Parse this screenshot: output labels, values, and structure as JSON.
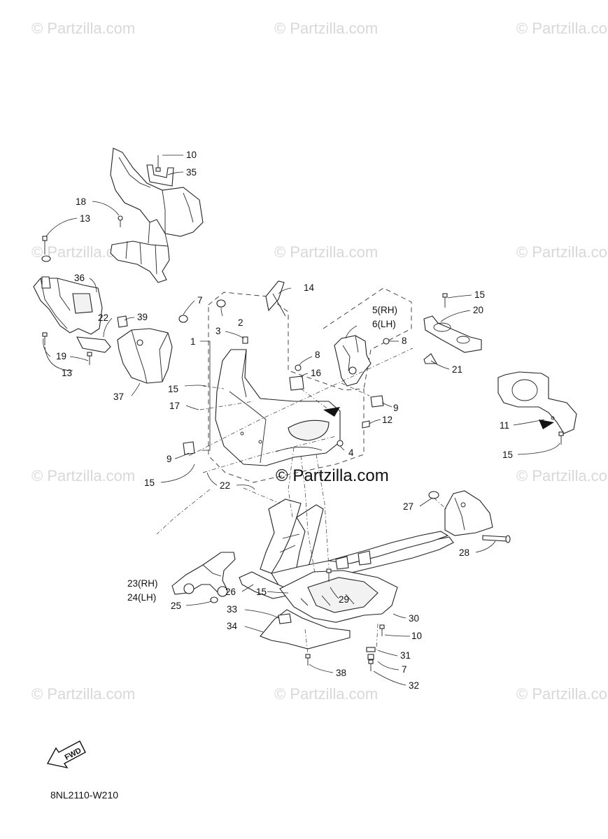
{
  "watermark": "© Partzilla.com",
  "center_watermark": "© Partzilla.com",
  "diagram_code": "8NL2110-W210",
  "fwd_label": "FWD",
  "callouts": {
    "c1": "1",
    "c2": "2",
    "c3": "3",
    "c4": "4",
    "c5": "5(RH)",
    "c6": "6(LH)",
    "c7a": "7",
    "c7b": "7",
    "c8a": "8",
    "c8b": "8",
    "c9a": "9",
    "c9b": "9",
    "c10a": "10",
    "c10b": "10",
    "c11": "11",
    "c12": "12",
    "c13a": "13",
    "c13b": "13",
    "c14": "14",
    "c15a": "15",
    "c15b": "15",
    "c15c": "15",
    "c15d": "15",
    "c15e": "15",
    "c16": "16",
    "c17": "17",
    "c18": "18",
    "c19": "19",
    "c20": "20",
    "c21": "21",
    "c22a": "22",
    "c22b": "22",
    "c23": "23(RH)",
    "c24": "24(LH)",
    "c25": "25",
    "c26": "26",
    "c27": "27",
    "c28": "28",
    "c29": "29",
    "c30": "30",
    "c31": "31",
    "c32": "32",
    "c33": "33",
    "c34": "34",
    "c35": "35",
    "c36": "36",
    "c37": "37",
    "c38": "38",
    "c39": "39"
  }
}
